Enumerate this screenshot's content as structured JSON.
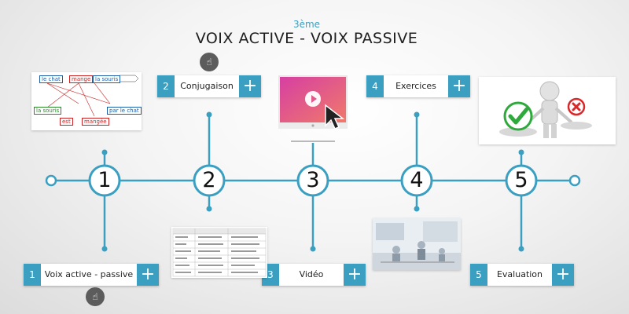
{
  "header": {
    "subtitle": "3ème",
    "title": "VOIX ACTIVE - VOIX PASSIVE"
  },
  "steps": [
    {
      "number": "1",
      "label": "Voix active - passive",
      "plus": "+"
    },
    {
      "number": "2",
      "label": "Conjugaison",
      "plus": "+"
    },
    {
      "number": "3",
      "label": "Vidéo",
      "plus": "+"
    },
    {
      "number": "4",
      "label": "Exercices",
      "plus": "+"
    },
    {
      "number": "5",
      "label": "Evaluation",
      "plus": "+"
    }
  ],
  "diagram": {
    "words": [
      "le chat",
      "mange",
      "la souris",
      "la souris",
      "par le chat",
      "est",
      "mangée"
    ]
  },
  "colors": {
    "accent": "#3a9fc1",
    "play_gradient_start": "#d63fa2",
    "play_gradient_end": "#f07a6a",
    "check": "#2eaa3c",
    "cross": "#d9282a"
  },
  "icons": {
    "hand": "hand-pointer-icon",
    "play": "play-icon",
    "cursor": "mouse-cursor-icon"
  }
}
